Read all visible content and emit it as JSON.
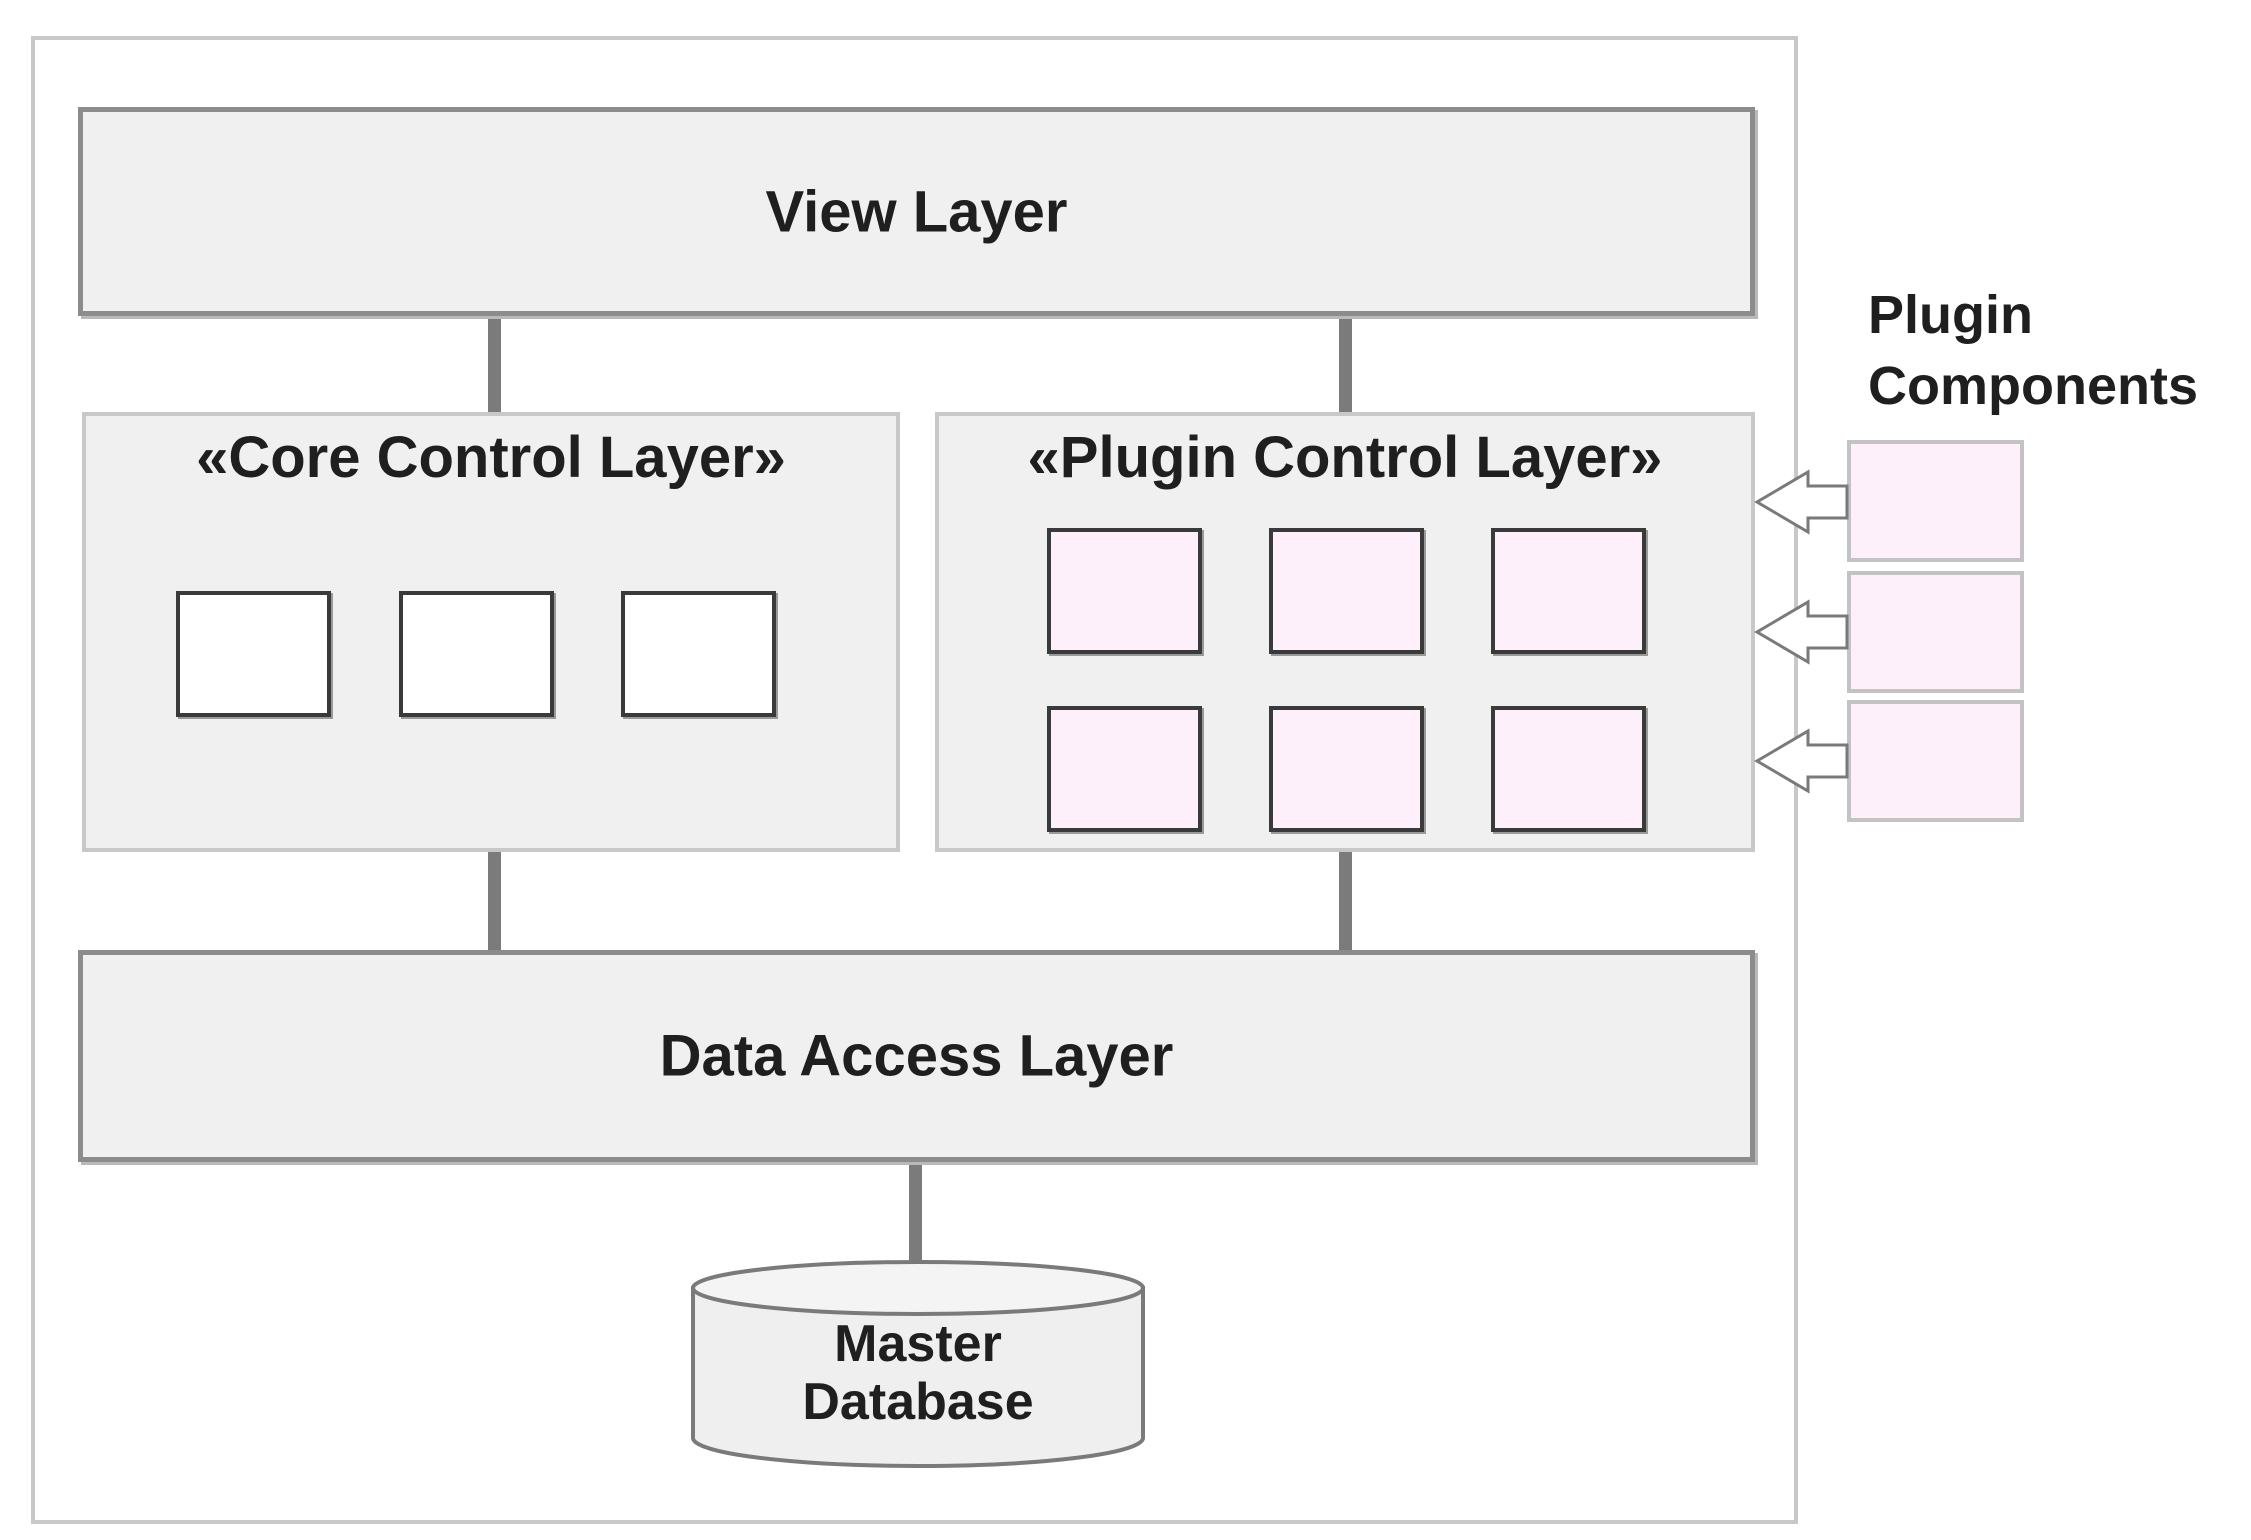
{
  "diagram": {
    "view_layer": "View Layer",
    "core_control_layer": "«Core Control Layer»",
    "plugin_control_layer": "«Plugin Control Layer»",
    "data_access_layer": "Data Access Layer",
    "database": {
      "line1": "Master",
      "line2": "Database"
    },
    "plugin_components": {
      "line1": "Plugin",
      "line2": "Components"
    }
  }
}
